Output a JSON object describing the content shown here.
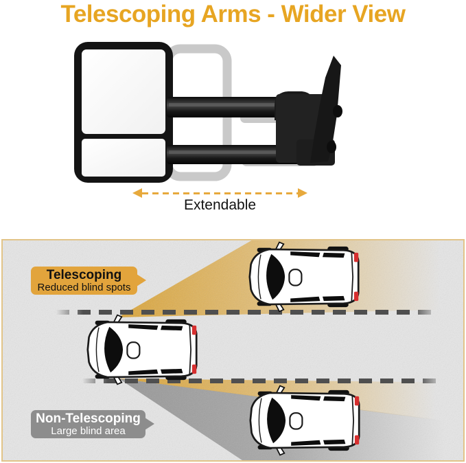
{
  "title": {
    "text": "Telescoping Arms - Wider View"
  },
  "colors": {
    "accent_gold": "#E7A522",
    "beam_gold": "#D99E28",
    "blind_area_gray": "#686868",
    "callout_gold_bg": "#E2A43C",
    "callout_gray_bg": "#8D8D8D",
    "lane_dash": "#4F4F4F",
    "panel_border_tan": "#E2C488",
    "taillight_red": "#D62F2F"
  },
  "mirror_section": {
    "extendable_label": "Extendable"
  },
  "diagram": {
    "telescoping_callout": {
      "title": "Telescoping",
      "subtitle": "Reduced blind spots"
    },
    "non_telescoping_callout": {
      "title": "Non-Telescoping",
      "subtitle": "Large blind area"
    }
  }
}
